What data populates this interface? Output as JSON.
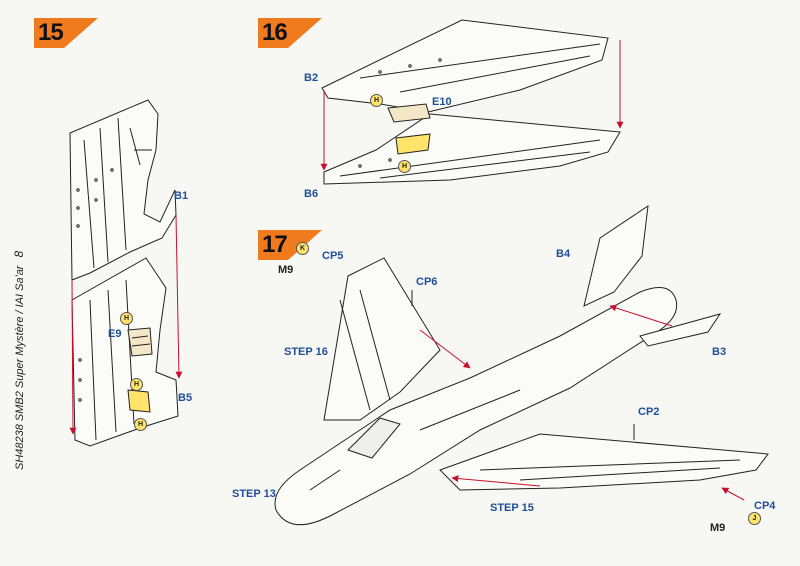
{
  "steps": [
    {
      "number": "15"
    },
    {
      "number": "16"
    },
    {
      "number": "17"
    }
  ],
  "side_caption": {
    "text": "SH48238 SMB2 Super Mystère / IAI Sa'ar",
    "page": "8"
  },
  "part_labels": {
    "b1": "B1",
    "b5": "B5",
    "e9": "E9",
    "b2": "B2",
    "b6": "B6",
    "e10": "E10",
    "b4": "B4",
    "b3": "B3",
    "m9_top": "M9",
    "cp5": "CP5",
    "cp6": "CP6",
    "cp2": "CP2",
    "cp4": "CP4",
    "m9_bottom": "M9"
  },
  "step_refs": {
    "step16": "STEP 16",
    "step13": "STEP 13",
    "step15": "STEP 15"
  },
  "glue_markers": {
    "h": "H",
    "k": "K",
    "j": "J"
  },
  "colors": {
    "badge": "#f07a1e",
    "label_blue": "#1f4f9a",
    "arrow_red": "#c8102e",
    "highlight_yellow": "#ffe36b",
    "line": "#222222"
  }
}
